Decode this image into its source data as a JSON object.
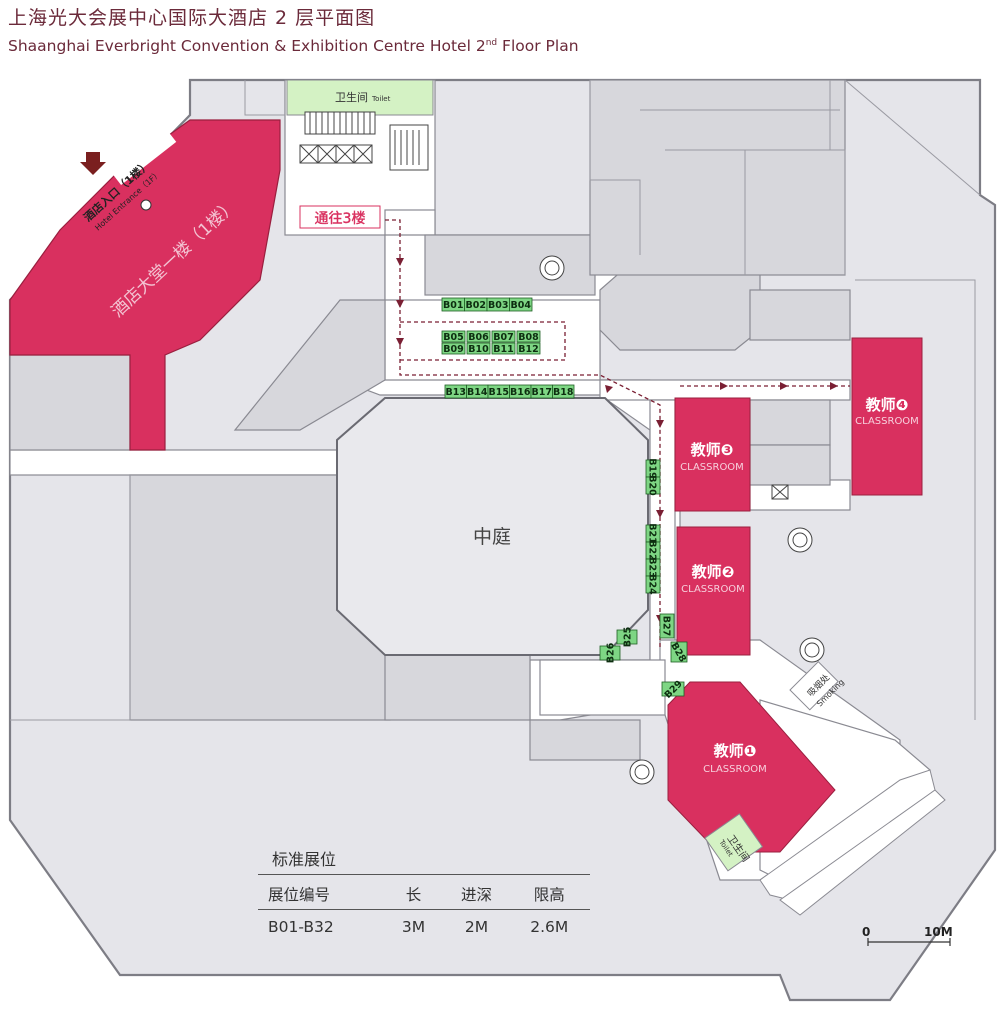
{
  "title": {
    "zh": "上海光大会展中心国际大酒店 2 层平面图",
    "en": "Shaanghai Everbright Convention & Exhibition Centre Hotel 2",
    "en_sup": "nd",
    "en_tail": " Floor Plan"
  },
  "areas": {
    "toilet_top_zh": "卫生间",
    "toilet_top_en": "Toilet",
    "toilet_bottom_zh": "卫生间",
    "toilet_bottom_en": "Toilet",
    "hotel_entrance_zh": "酒店入口（1楼）",
    "hotel_entrance_en": "Hotel Entrance（1F）",
    "lobby_zh": "酒店大堂一楼（1楼）",
    "to_3f_zh": "通往3楼",
    "courtyard_zh": "中庭",
    "smoking_zh": "吸烟处",
    "smoking_en": "Smoking"
  },
  "classrooms": [
    {
      "zh": "教师❶",
      "en": "CLASSROOM"
    },
    {
      "zh": "教师❷",
      "en": "CLASSROOM"
    },
    {
      "zh": "教师❸",
      "en": "CLASSROOM"
    },
    {
      "zh": "教师❹",
      "en": "CLASSROOM"
    }
  ],
  "booths": [
    "B01",
    "B02",
    "B03",
    "B04",
    "B05",
    "B06",
    "B07",
    "B08",
    "B09",
    "B10",
    "B11",
    "B12",
    "B13",
    "B14",
    "B15",
    "B16",
    "B17",
    "B18",
    "B19",
    "B20",
    "B21",
    "B22",
    "B23",
    "B24",
    "B25",
    "B26",
    "B27",
    "B28",
    "B29"
  ],
  "spec_table": {
    "caption": "标准展位",
    "headers": [
      "展位编号",
      "长",
      "进深",
      "限高"
    ],
    "row": [
      "B01-B32",
      "3M",
      "2M",
      "2.6M"
    ]
  },
  "scale": {
    "start": "0",
    "end": "10M"
  },
  "colors": {
    "room": "#d9305f",
    "corridor": "#ffffff",
    "floor": "#e6e6ea",
    "booth": "#7ed684",
    "toilet": "#d4f2c4",
    "route": "#7a1f33"
  }
}
